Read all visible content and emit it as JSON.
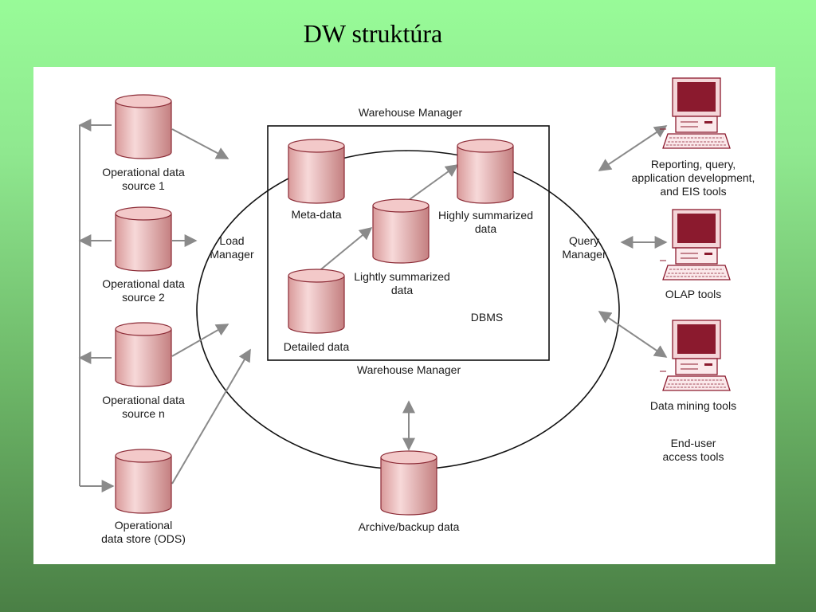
{
  "slide_title": "DW struktúra",
  "colors": {
    "cylinder_fill_light": "#f7d5d5",
    "cylinder_fill_dark": "#c98a8a",
    "cylinder_outline": "#8b2a35",
    "screen": "#8b1a2e",
    "arrow": "#888888"
  },
  "sources": [
    {
      "label": "Operational data\nsource 1"
    },
    {
      "label": "Operational data\nsource 2"
    },
    {
      "label": "Operational data\nsource n"
    },
    {
      "label": "Operational\ndata store (ODS)"
    }
  ],
  "managers": {
    "load": "Load\nManager",
    "query": "Query\nManager",
    "warehouse_top": "Warehouse Manager",
    "warehouse_bottom": "Warehouse Manager"
  },
  "dbms": {
    "label": "DBMS",
    "stores": {
      "meta": "Meta-data",
      "detailed": "Detailed data",
      "lightly": "Lightly summarized\ndata",
      "highly": "Highly summarized\ndata"
    }
  },
  "archive": {
    "label": "Archive/backup data"
  },
  "tools": [
    {
      "label": "Reporting, query,\napplication development,\nand EIS tools",
      "icon": "computer-icon"
    },
    {
      "label": "OLAP tools",
      "icon": "computer-icon"
    },
    {
      "label": "Data mining tools",
      "icon": "computer-icon"
    }
  ],
  "tools_caption": "End-user\naccess tools"
}
